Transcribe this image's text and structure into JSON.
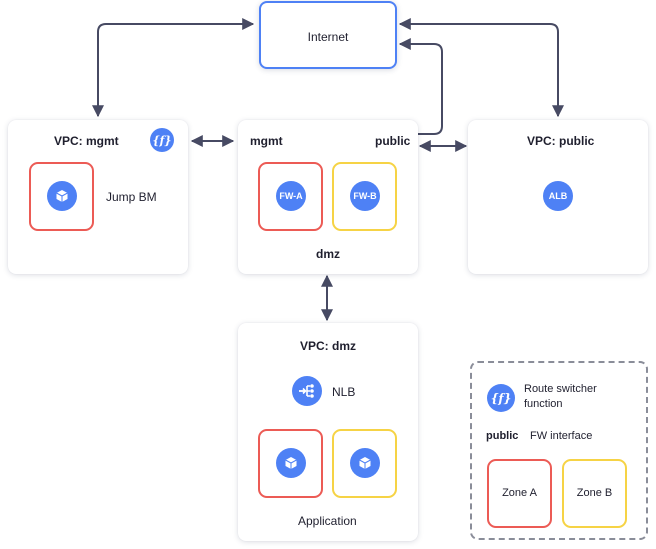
{
  "internet": {
    "label": "Internet"
  },
  "vpc_mgmt": {
    "title": "VPC: mgmt",
    "jump_label": "Jump BM"
  },
  "vpc_fw": {
    "mgmt_label": "mgmt",
    "public_label": "public",
    "fw_a": "FW-A",
    "fw_b": "FW-B",
    "dmz_label": "dmz"
  },
  "vpc_public": {
    "title": "VPC: public",
    "alb": "ALB"
  },
  "vpc_dmz": {
    "title": "VPC: dmz",
    "nlb": "NLB",
    "app_label": "Application"
  },
  "legend": {
    "function_label_1": "Route switcher",
    "function_label_2": "function",
    "public_label": "public",
    "fw_interface_label": "FW interface",
    "zone_a": "Zone A",
    "zone_b": "Zone B"
  },
  "colors": {
    "accent": "#4e81f5",
    "zone_a": "#ec5b55",
    "zone_b": "#f6d345",
    "arrow": "#474a63"
  }
}
